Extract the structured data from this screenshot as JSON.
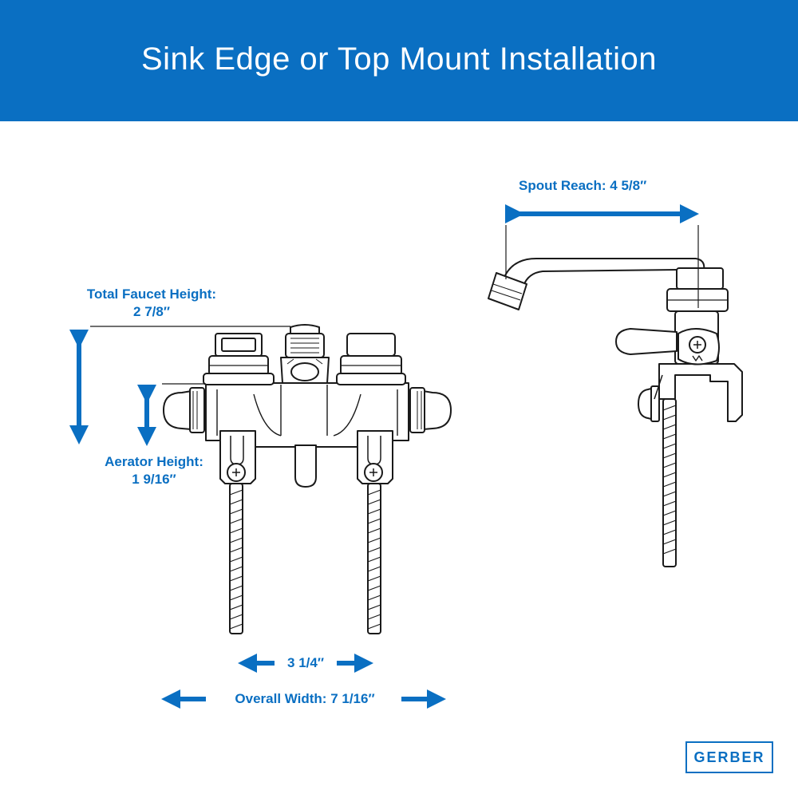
{
  "header": {
    "title": "Sink Edge or Top Mount Installation"
  },
  "dimensions": {
    "total_faucet_height_label": "Total Faucet Height:",
    "total_faucet_height_value": "2 7/8″",
    "aerator_height_label": "Aerator Height:",
    "aerator_height_value": "1 9/16″",
    "spout_reach": "Spout Reach: 4 5/8″",
    "center_spacing": "3 1/4″",
    "overall_width": "Overall Width: 7 1/16″"
  },
  "brand": {
    "logo_text": "GERBER"
  },
  "colors": {
    "accent": "#0a6fc2",
    "line": "#1a1a1a"
  }
}
